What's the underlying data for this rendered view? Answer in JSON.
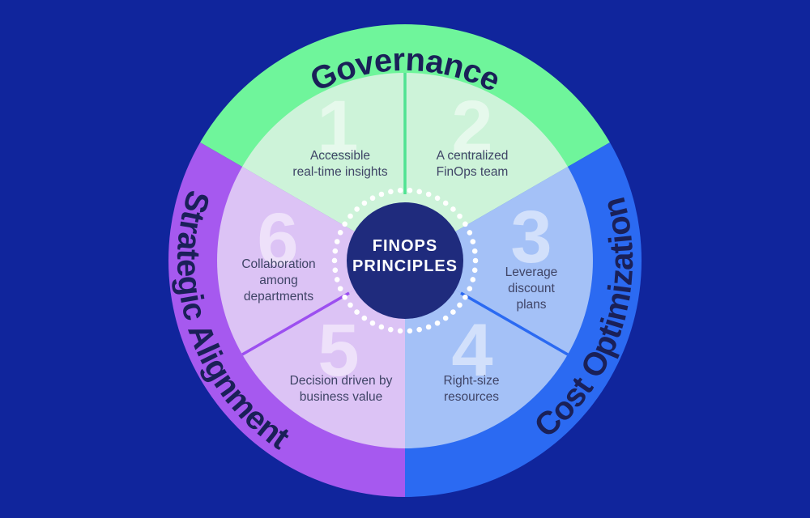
{
  "wheel": {
    "center": {
      "lines": [
        "FINOPS",
        "PRINCIPLES"
      ]
    },
    "ring_labels": {
      "top": "Governance",
      "right": "Cost Optimization",
      "left": "Strategic Alignment"
    },
    "segments": [
      {
        "number": "1",
        "category": "Governance",
        "lines": [
          "Accessible",
          "real-time insights"
        ]
      },
      {
        "number": "2",
        "category": "Governance",
        "lines": [
          "A centralized",
          "FinOps team"
        ]
      },
      {
        "number": "3",
        "category": "Cost Optimization",
        "lines": [
          "Leverage",
          "discount",
          "plans"
        ]
      },
      {
        "number": "4",
        "category": "Cost Optimization",
        "lines": [
          "Right-size",
          "resources"
        ]
      },
      {
        "number": "5",
        "category": "Strategic Alignment",
        "lines": [
          "Decision driven by",
          "business value"
        ]
      },
      {
        "number": "6",
        "category": "Strategic Alignment",
        "lines": [
          "Collaboration",
          "among",
          "departments"
        ]
      }
    ],
    "colors": {
      "background": "#10259C",
      "ring_green": "#6FF59B",
      "ring_blue": "#2B6AF2",
      "ring_purple": "#A659EF",
      "segment_green": "#CDF3D9",
      "segment_blue": "#A4C1F7",
      "segment_purple": "#DCC3F5",
      "divider_green": "#4FE392",
      "divider_blue": "#2B6AF2",
      "divider_purple": "#9C4FF0",
      "center_circle": "#1F2B7D",
      "dots": "#FFFFFF",
      "ring_label_ink": "#1A2058",
      "segment_text_ink": "#3F4466",
      "number_overlay": "rgba(255,255,255,0.5)"
    }
  }
}
